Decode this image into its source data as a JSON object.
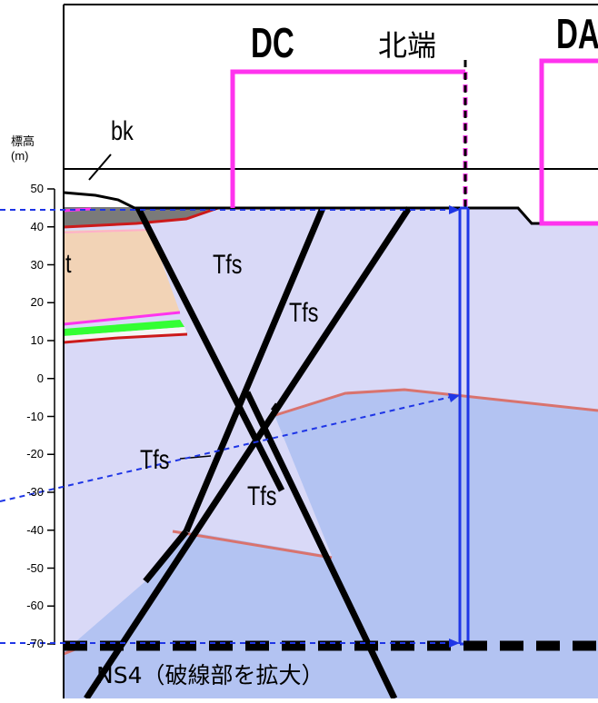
{
  "axis": {
    "title_line1": "標高",
    "title_line2": "(m)",
    "ticks": [
      {
        "value": 50,
        "label": "50"
      },
      {
        "value": 40,
        "label": "40"
      },
      {
        "value": 30,
        "label": "30"
      },
      {
        "value": 20,
        "label": "20"
      },
      {
        "value": 10,
        "label": "10"
      },
      {
        "value": 0,
        "label": "0"
      },
      {
        "value": -10,
        "label": "-10"
      },
      {
        "value": -20,
        "label": "-20"
      },
      {
        "value": -30,
        "label": "-30"
      },
      {
        "value": -40,
        "label": "-40"
      },
      {
        "value": -50,
        "label": "-50"
      },
      {
        "value": -60,
        "label": "-60"
      },
      {
        "value": -70,
        "label": "-70"
      }
    ]
  },
  "labels": {
    "dc": "DC",
    "north_end": "北端",
    "da": "DA",
    "bk": "bk",
    "t": "t",
    "tfs_1": "Tfs",
    "tfs_2": "Tfs",
    "tfs_3": "Tfs",
    "tfs_4": "Tfs",
    "caption": "NS4（破線部を拡大）"
  },
  "colors": {
    "light_lavender": "#d9d9f7",
    "blue_layer": "#b3c3f2",
    "tan": "#f2d3b6",
    "magenta": "#ff33ee",
    "blue_line": "#1f36e6",
    "red_boundary": "#d9736e",
    "dark_gray": "#7a7a7a",
    "green": "#33ff33"
  }
}
